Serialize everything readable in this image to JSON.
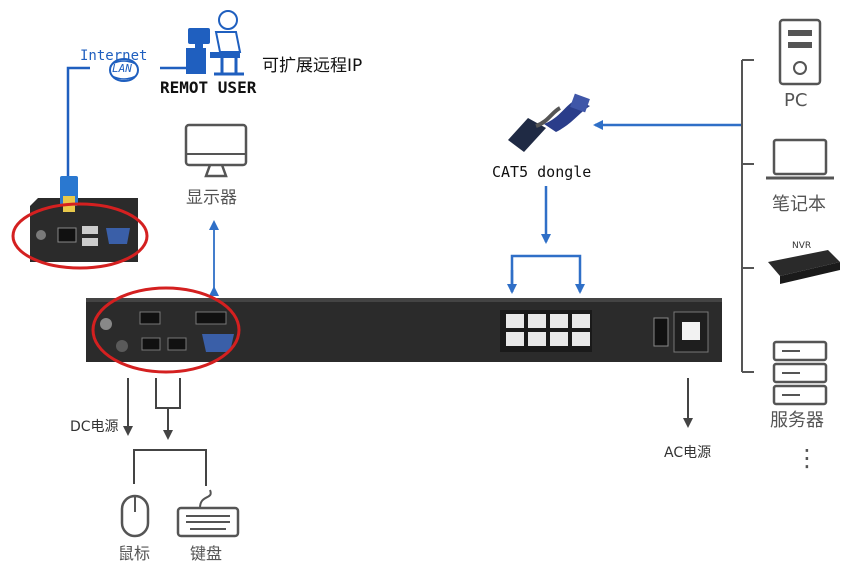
{
  "remote": {
    "internet": "Internet",
    "lan": "LAN",
    "remote_user": "REMOT USER",
    "expand_ip": "可扩展远程IP"
  },
  "monitor_label": "显示器",
  "dongle_label": "CAT5 dongle",
  "dc_label": "DC电源",
  "ac_label": "AC电源",
  "mouse_label": "鼠标",
  "keyboard_label": "键盘",
  "devices": {
    "pc": "PC",
    "laptop": "笔记本",
    "nvr": "NVR",
    "server": "服务器",
    "more": "⋮"
  },
  "colors": {
    "arrow_blue": "#2f6fc7",
    "dark_arrow": "#444444",
    "highlight_red": "#d42020",
    "chassis": "#2b2b2b",
    "icon_gray": "#555555"
  }
}
